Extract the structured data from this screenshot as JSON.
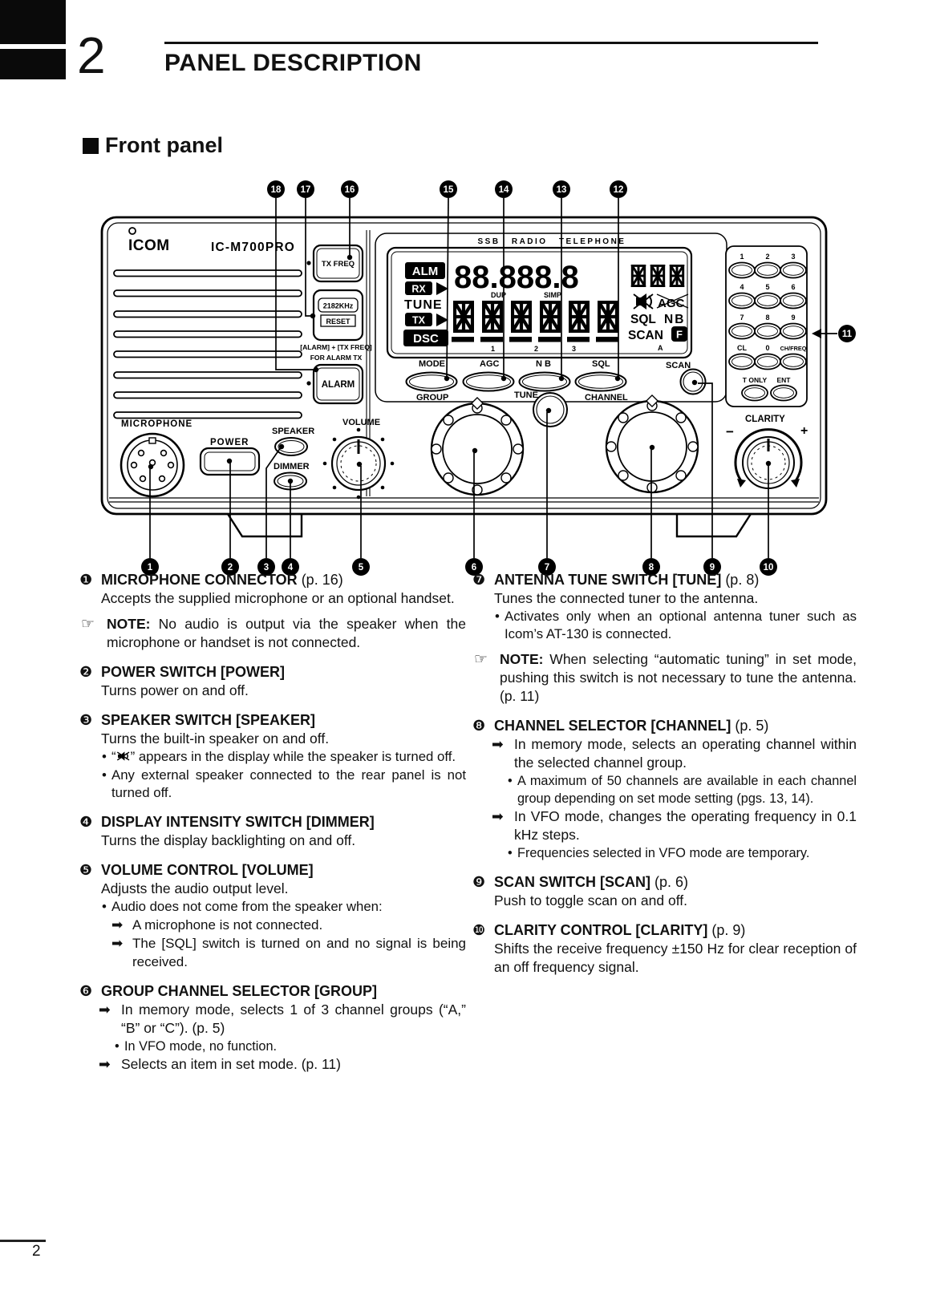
{
  "page": {
    "chapter_number": "2",
    "chapter_title": "PANEL DESCRIPTION",
    "section_title": "Front panel",
    "page_number": "2"
  },
  "markers": {
    "bullet": "•",
    "arrow": "➡",
    "note": "☞",
    "note_label": "NOTE:"
  },
  "radio": {
    "brand": "ICOM",
    "model": "IC-M700PRO",
    "display_header": "SSB RADIO TELEPHONE",
    "tx_freq": "TX FREQ",
    "khz_2182": "2182KHz",
    "reset": "RESET",
    "alarm_combo": "[ALARM] + [TX FREQ]",
    "alarm_combo2": "FOR ALARM TX",
    "alarm": "ALARM",
    "indicators": {
      "alm": "ALM",
      "rx": "RX",
      "tune": "TUNE",
      "tx": "TX",
      "dsc": "DSC"
    },
    "display": {
      "freq": "88.888.8",
      "dup": "DUP",
      "simp": "SIMP",
      "agc": "AGC",
      "sql": "SQL",
      "nb": "NB",
      "scan": "SCAN",
      "f": "F",
      "a": "A",
      "seg1": "1",
      "seg2": "2",
      "seg3": "3"
    },
    "buttons": {
      "mode": "MODE",
      "agc": "AGC",
      "nb": "N B",
      "sql": "SQL",
      "scan": "SCAN"
    },
    "controls": {
      "microphone": "MICROPHONE",
      "power": "POWER",
      "speaker": "SPEAKER",
      "dimmer": "DIMMER",
      "volume": "VOLUME",
      "group": "GROUP",
      "tune": "TUNE",
      "channel": "CHANNEL",
      "clarity": "CLARITY",
      "minus": "−",
      "plus": "+"
    },
    "keypad": {
      "digits": [
        "1",
        "2",
        "3",
        "4",
        "5",
        "6",
        "7",
        "8",
        "9"
      ],
      "cl": "CL",
      "zero": "0",
      "chfreq": "CH/FREQ",
      "tonly": "T ONLY",
      "ent": "ENT"
    },
    "callouts": [
      "1",
      "2",
      "3",
      "4",
      "5",
      "6",
      "7",
      "8",
      "9",
      "10",
      "11",
      "12",
      "13",
      "14",
      "15",
      "16",
      "17",
      "18"
    ]
  },
  "left_items": [
    {
      "num": "❶",
      "title": "MICROPHONE CONNECTOR",
      "suffix": " (p. 16)",
      "lines": [
        {
          "t": "para",
          "text": "Accepts the supplied microphone or an optional handset."
        },
        {
          "t": "note",
          "text": "No audio is output via the speaker when the microphone or handset is not connected."
        }
      ]
    },
    {
      "num": "❷",
      "title": "POWER SWITCH [POWER]",
      "suffix": "",
      "lines": [
        {
          "t": "para",
          "text": "Turns power on and off."
        }
      ]
    },
    {
      "num": "❸",
      "title": "SPEAKER SWITCH [SPEAKER]",
      "suffix": "",
      "lines": [
        {
          "t": "para",
          "text": "Turns the built-in speaker on and off."
        },
        {
          "t": "bullet",
          "pre": "“",
          "icon": "speaker-mute",
          "text": "” appears in the display while the speaker is turned off."
        },
        {
          "t": "bullet",
          "text": "Any external speaker connected to the rear panel is not turned off."
        }
      ]
    },
    {
      "num": "❹",
      "title": "DISPLAY INTENSITY SWITCH [DIMMER]",
      "suffix": "",
      "lines": [
        {
          "t": "para",
          "text": "Turns the display backlighting on and off."
        }
      ]
    },
    {
      "num": "❺",
      "title": "VOLUME CONTROL [VOLUME]",
      "suffix": "",
      "lines": [
        {
          "t": "para",
          "text": "Adjusts the audio output level."
        },
        {
          "t": "bullet",
          "text": "Audio does not come from the speaker when:"
        },
        {
          "t": "arrow2",
          "text": "A microphone is not connected."
        },
        {
          "t": "arrow2",
          "text": "The [SQL] switch is turned on and no signal is being received."
        }
      ]
    },
    {
      "num": "❻",
      "title": "GROUP CHANNEL SELECTOR [GROUP]",
      "suffix": "",
      "lines": [
        {
          "t": "arrow",
          "text": "In memory mode, selects 1 of 3 channel groups (“A,” “B” or “C”). (p. 5)"
        },
        {
          "t": "sub",
          "text": "In VFO mode, no function."
        },
        {
          "t": "arrow",
          "text": "Selects an item in set mode. (p. 11)"
        }
      ]
    }
  ],
  "right_items": [
    {
      "num": "❼",
      "title": "ANTENNA TUNE SWITCH [TUNE]",
      "suffix": " (p. 8)",
      "lines": [
        {
          "t": "para",
          "text": "Tunes the connected tuner to the antenna."
        },
        {
          "t": "bullet",
          "text": "Activates only when an optional antenna tuner such as Icom’s AT-130 is connected."
        },
        {
          "t": "note",
          "text": "When selecting “automatic tuning” in set mode, pushing this switch is not necessary to tune the antenna. (p. 11)"
        }
      ]
    },
    {
      "num": "❽",
      "title": "CHANNEL SELECTOR [CHANNEL]",
      "suffix": " (p. 5)",
      "lines": [
        {
          "t": "arrow",
          "text": "In memory mode, selects an operating channel within the selected channel group."
        },
        {
          "t": "sub",
          "text": "A maximum of 50 channels are available in each channel group depending on set mode setting (pgs. 13, 14)."
        },
        {
          "t": "arrow",
          "text": "In VFO mode, changes the operating frequency in 0.1 kHz steps."
        },
        {
          "t": "sub",
          "text": "Frequencies selected in VFO mode are temporary."
        }
      ]
    },
    {
      "num": "❾",
      "title": "SCAN SWITCH [SCAN]",
      "suffix": " (p. 6)",
      "lines": [
        {
          "t": "para",
          "text": "Push to toggle scan on and off."
        }
      ]
    },
    {
      "num": "❿",
      "title": "CLARITY CONTROL [CLARITY]",
      "suffix": " (p. 9)",
      "lines": [
        {
          "t": "para",
          "text": "Shifts the receive frequency ±150 Hz for clear reception of an off frequency signal."
        }
      ]
    }
  ]
}
